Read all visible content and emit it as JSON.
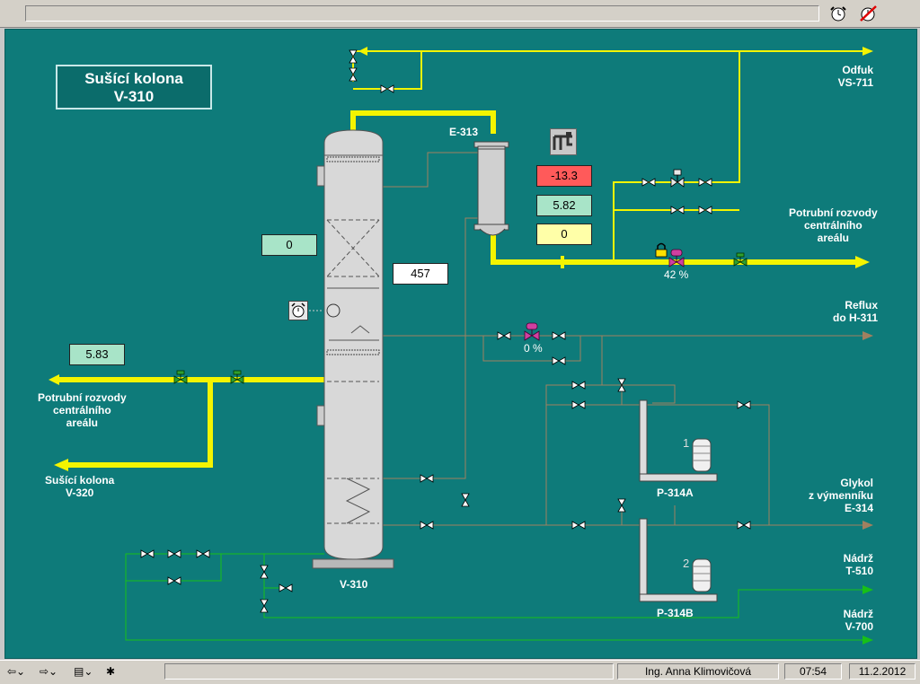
{
  "title": {
    "line1": "Sušící kolona",
    "line2": "V-310"
  },
  "labels": {
    "e313": "E-313",
    "v310": "V-310",
    "odfuk_1": "Odfuk",
    "odfuk_2": "VS-711",
    "potrubni_right_1": "Potrubní rozvody",
    "potrubni_right_2": "centrálního",
    "potrubni_right_3": "areálu",
    "reflux_1": "Reflux",
    "reflux_2": "do H-311",
    "glykol_1": "Glykol",
    "glykol_2": "z výmenníku",
    "glykol_3": "E-314",
    "nadrz_t_1": "Nádrž",
    "nadrz_t_2": "T-510",
    "nadrz_v_1": "Nádrž",
    "nadrz_v_2": "V-700",
    "potrubni_left_1": "Potrubní rozvody",
    "potrubni_left_2": "centrálního",
    "potrubni_left_3": "areálu",
    "susici_left_1": "Sušící kolona",
    "susici_left_2": "V-320",
    "p314a": "P-314A",
    "p314b": "P-314B",
    "pump1_no": "1",
    "pump2_no": "2"
  },
  "values": {
    "temp": "-13.3",
    "flow": "5.82",
    "e313_out": "0",
    "col_mid": "0",
    "level": "457",
    "feed": "5.83",
    "valve_top_pct": "42 %",
    "valve_reflux_pct": "0 %"
  },
  "colors": {
    "background": "#0e7b7a",
    "yellow_pipe": "#f4f400",
    "brown_pipe": "#a08060",
    "green_pipe": "#18c018",
    "alarm": "#ff5a5a",
    "ok": "#a8e4c8",
    "warn": "#ffffa8"
  },
  "icons": {
    "alarm_clock": "alarm-clock-icon",
    "alarm_off": "alarm-off-icon",
    "lock": "lock-icon",
    "pipe_schema": "pipe-schema-icon"
  },
  "statusbar": {
    "user": "Ing. Anna Klimovičová",
    "time": "07:54",
    "date": "11.2.2012"
  }
}
